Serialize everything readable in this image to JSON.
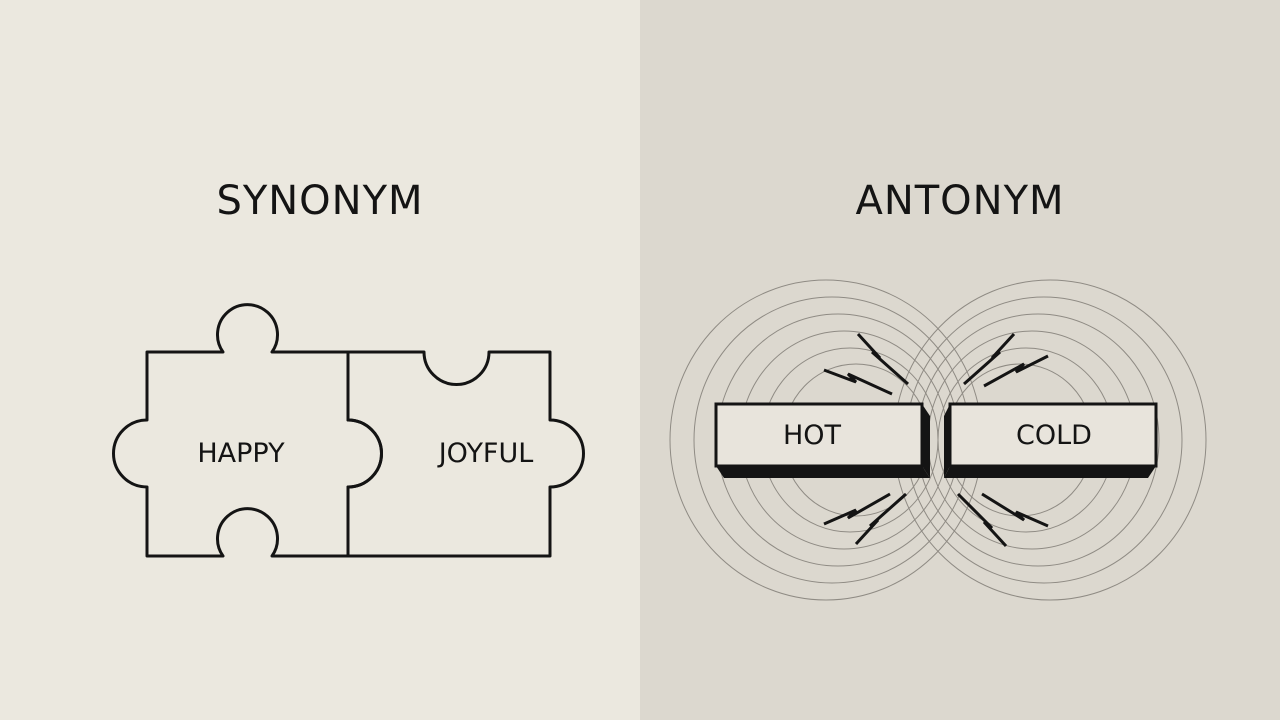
{
  "synonym": {
    "heading": "SYNONYM",
    "pieces": [
      {
        "word": "HAPPY"
      },
      {
        "word": "JOYFUL"
      }
    ]
  },
  "antonym": {
    "heading": "ANTONYM",
    "blocks": [
      {
        "word": "HOT"
      },
      {
        "word": "COLD"
      }
    ]
  },
  "colors": {
    "left_background": "#ebe8df",
    "right_background": "#dcd8cf",
    "ink": "#141414"
  }
}
